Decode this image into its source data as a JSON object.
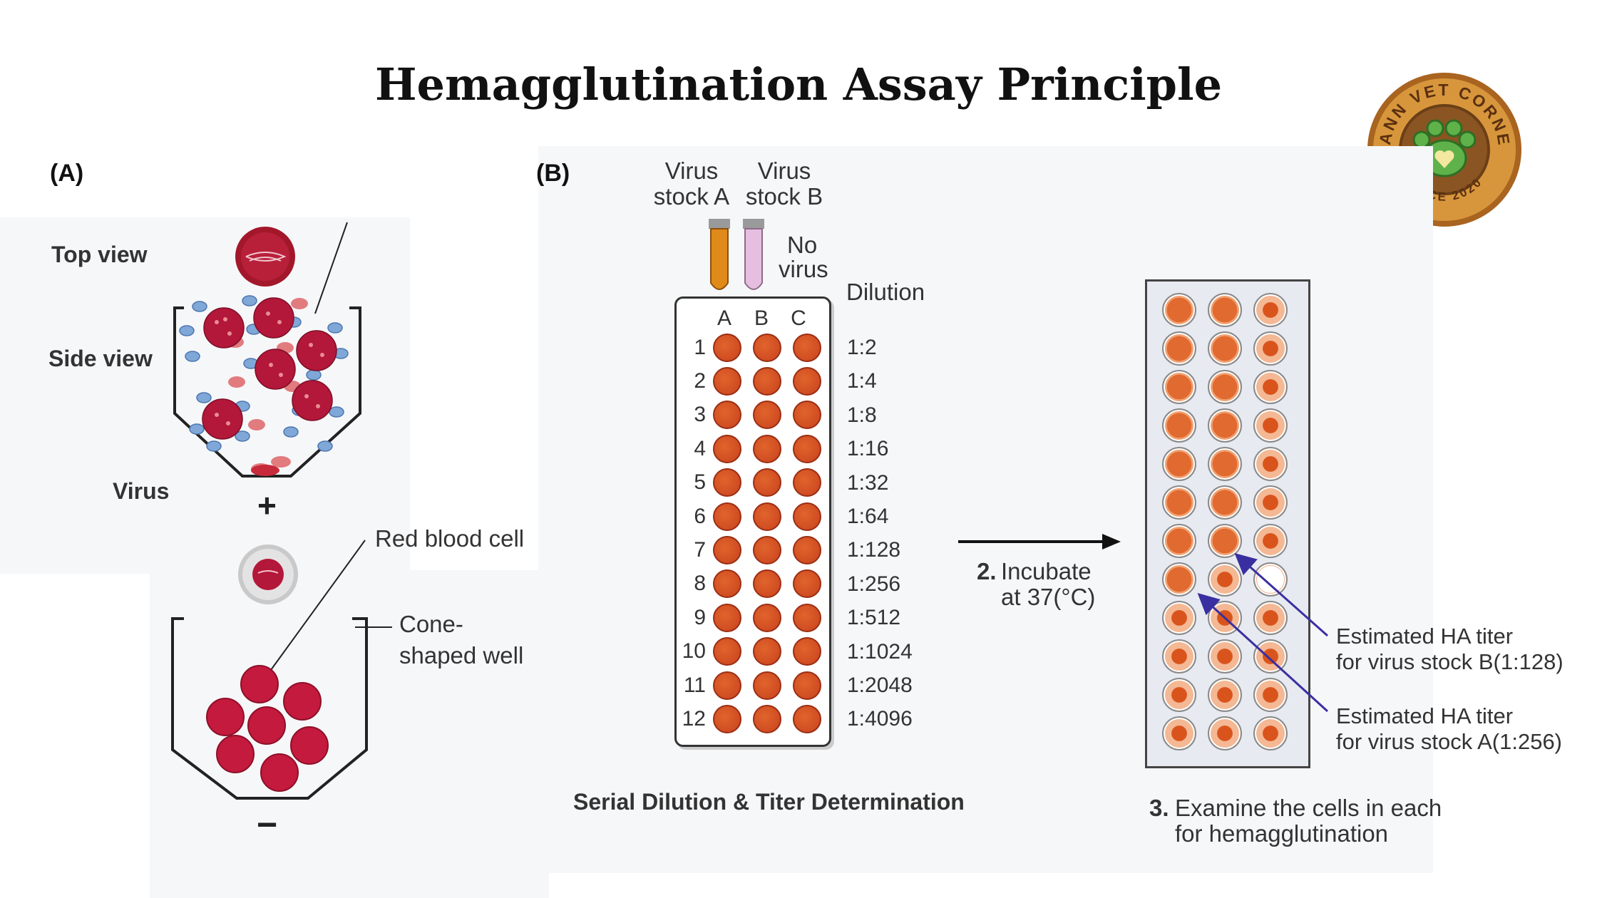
{
  "title": "Hemagglutination Assay Principle",
  "logo": {
    "top_text": "MANN VET CORNER",
    "bottom_text": "SINCE 2020",
    "icon": "paw-heart-icon",
    "colors": {
      "ring": "#c07a2a",
      "inner": "#7a4a1d",
      "paw": "#5fb14a"
    }
  },
  "panel_a": {
    "letter": "(A)",
    "top_view_label": "Top view",
    "side_view_label": "Side view",
    "virus_label": "Virus",
    "plus_sign": "+",
    "minus_sign": "−",
    "rbc_label": "Red blood cell",
    "well_label_line1": "Cone-",
    "well_label_line2": "shaped well"
  },
  "panel_b": {
    "letter": "(B)",
    "stock_a_line1": "Virus",
    "stock_a_line2": "stock A",
    "stock_b_line1": "Virus",
    "stock_b_line2": "stock B",
    "no_virus_line1": "No",
    "no_virus_line2": "virus",
    "dilution_header": "Dilution",
    "columns": [
      "A",
      "B",
      "C"
    ],
    "rows": [
      "1",
      "2",
      "3",
      "4",
      "5",
      "6",
      "7",
      "8",
      "9",
      "10",
      "11",
      "12"
    ],
    "dilutions": [
      "1:2",
      "1:4",
      "1:8",
      "1:16",
      "1:32",
      "1:64",
      "1:128",
      "1:256",
      "1:512",
      "1:1024",
      "1:2048",
      "1:4096"
    ],
    "caption": "Serial Dilution & Titer Determination",
    "incubate_step": "2.",
    "incubate_line1": "Incubate",
    "incubate_line2": "at 37(°C)",
    "titer_b_line1": "Estimated HA titer",
    "titer_b_line2": "for virus stock B(1:128)",
    "titer_a_line1": "Estimated HA titer",
    "titer_a_line2": "for virus stock A(1:256)",
    "examine_step": "3.",
    "examine_line1": "Examine the cells in each",
    "examine_line2": "for hemagglutination",
    "colors": {
      "tube_a": "#e08a1a",
      "tube_b": "#e6bfe0",
      "well_fill": "#e0642c",
      "well_dark": "#c9421d",
      "arrow_annotation": "#3a2fa0"
    }
  }
}
